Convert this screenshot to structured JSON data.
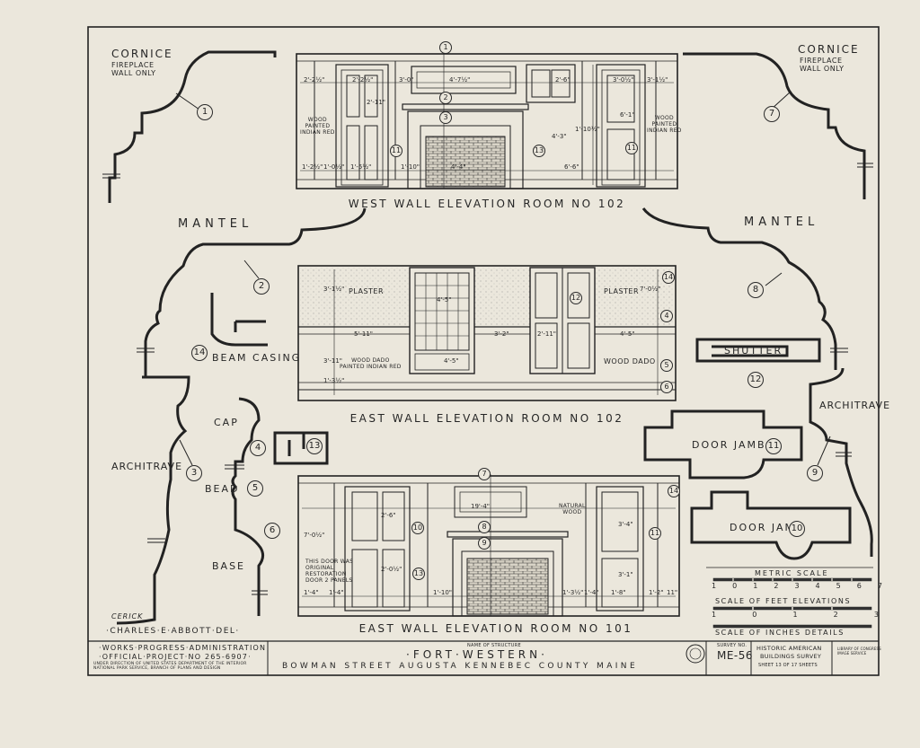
{
  "labels": {
    "cornice_left": "CORNICE",
    "cornice_left_sub": "FIREPLACE\nWALL ONLY",
    "cornice_right": "CORNICE",
    "cornice_right_sub": "FIREPLACE\nWALL ONLY",
    "mantel_left": "MANTEL",
    "mantel_right": "MANTEL",
    "beam_casing": "BEAM CASING",
    "shutter": "SHUTTER",
    "architrave_left": "ARCHITRAVE",
    "architrave_right": "ARCHITRAVE",
    "cap": "CAP",
    "bead": "BEAD",
    "base": "BASE",
    "door_jamb_a": "DOOR JAMB",
    "door_jamb_b": "DOOR JAMB",
    "signature": "CERICK",
    "delineator": "·CHARLES·E·ABBOTT·DEL·"
  },
  "callouts": [
    "1",
    "2",
    "3",
    "4",
    "5",
    "6",
    "7",
    "8",
    "9",
    "10",
    "11",
    "12",
    "13",
    "14"
  ],
  "elevations": {
    "west": {
      "caption": "WEST WALL ELEVATION ROOM NO 102",
      "note_left": "WOOD\nPAINTED\nINDIAN RED",
      "note_right": "WOOD\nPAINTED\nINDIAN RED",
      "dims": [
        "2'-2½\"",
        "2'-2½\"",
        "3'-0\"",
        "4'-7½\"",
        "2'-6\"",
        "3'-0½\"",
        "3'-1½\"",
        "1'-10½\"",
        "2'-11\"",
        "6'-1\"",
        "4'-3\"",
        "1'-2½\"",
        "1'-0½\"",
        "1'-5½\"",
        "1'-10\"",
        "4'-4\"",
        "6'-6\""
      ]
    },
    "east102": {
      "caption": "EAST WALL ELEVATION ROOM NO 102",
      "plaster_left": "PLASTER",
      "plaster_right": "PLASTER",
      "dado_left": "WOOD DADO\nPAINTED INDIAN RED",
      "dado_right": "WOOD DADO",
      "dims": [
        "3'-1½\"",
        "4'-5\"",
        "5'-11\"",
        "3'-2\"",
        "2'-11\"",
        "4'-5\"",
        "7'-0½\"",
        "3'-11\"",
        "1'-3½\"",
        "4'-5\""
      ]
    },
    "east101": {
      "caption": "EAST WALL ELEVATION ROOM NO 101",
      "note_door": "THIS DOOR WAS\nORIGINAL\nRESTORATION\nDOOR 2 PANELS",
      "natural_wood": "NATURAL\nWOOD",
      "dims": [
        "19'-4\"",
        "7'-0½\"",
        "3'-4\"",
        "2'-6\"",
        "2'-0½\"",
        "3'-1\"",
        "1'-4\"",
        "1'-4\"",
        "1'-10\"",
        "1'-3½\"",
        "1'-4\"",
        "1'-8\"",
        "1'-2\"",
        "11\""
      ]
    }
  },
  "scales": {
    "metric_title": "METRIC SCALE",
    "metric_ticks": [
      "1",
      "0",
      "1",
      "2",
      "3",
      "4",
      "5",
      "6",
      "7"
    ],
    "feet_title": "SCALE OF FEET ELEVATIONS",
    "feet_ticks": [
      "1",
      "0",
      "1",
      "2",
      "3"
    ],
    "inches_title": "SCALE OF INCHES DETAILS"
  },
  "titleblock": {
    "wpa": "·WORKS·PROGRESS·ADMINISTRATION",
    "project": "·OFFICIAL·PROJECT·NO 265-6907·",
    "under_direction": "UNDER DIRECTION OF UNITED STATES DEPARTMENT OF THE INTERIOR\nNATIONAL PARK SERVICE, BRANCH OF PLANS AND DESIGN",
    "name_label": "NAME OF STRUCTURE",
    "name": "·FORT·WESTERN·",
    "address": "BOWMAN STREET AUGUSTA KENNEBEC COUNTY MAINE",
    "survey_label": "SURVEY NO.",
    "survey_no": "ME-56",
    "habs_line1": "HISTORIC AMERICAN",
    "habs_line2": "BUILDINGS SURVEY",
    "sheet": "SHEET 13 OF 17 SHEETS",
    "library": "LIBRARY OF CONGRESS\nIMAGE SERVICE"
  }
}
